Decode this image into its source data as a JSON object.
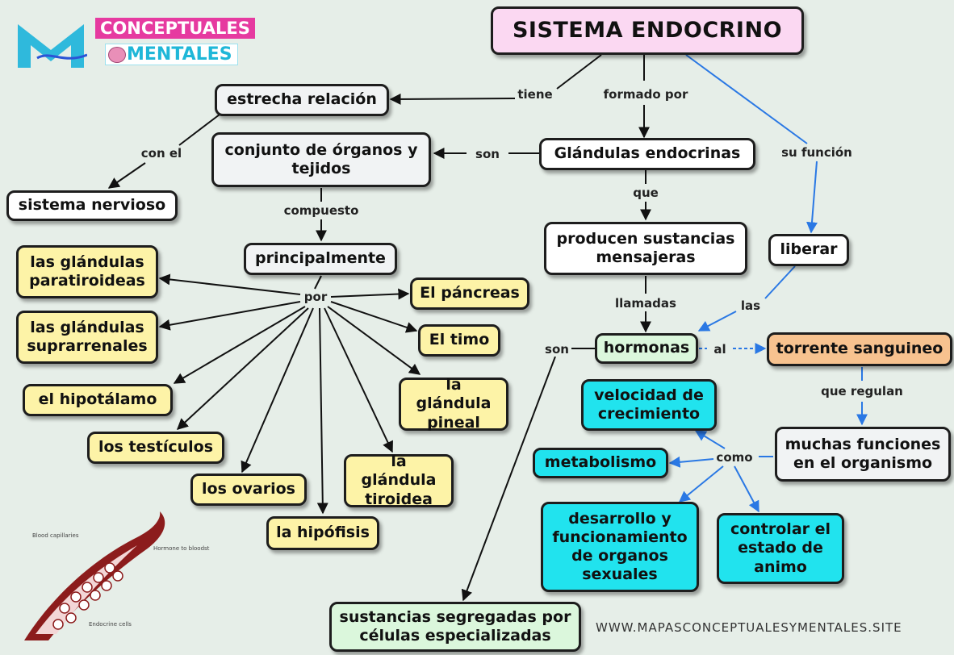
{
  "logo": {
    "line1": "CONCEPTUALES",
    "line2": "MENTALES"
  },
  "nodes": {
    "title": "SISTEMA ENDOCRINO",
    "estrecha": "estrecha relación",
    "nervioso": "sistema nervioso",
    "conjunto": "conjunto de órganos y tejidos",
    "glandulas": "Glándulas endocrinas",
    "principalmente": "principalmente",
    "producen": "producen sustancias mensajeras",
    "liberar": "liberar",
    "paratiroideas": "las glándulas paratiroideas",
    "suprarrenales": "las glándulas suprarrenales",
    "hipotalamo": "el hipotálamo",
    "testiculos": "los testículos",
    "ovarios": "los ovarios",
    "hipofisis": "la hipófisis",
    "tiroidea": "la glándula tiroidea",
    "pineal": "la glándula pineal",
    "timo": "El timo",
    "pancreas": "El páncreas",
    "hormonas": "hormonas",
    "torrente": "torrente sanguineo",
    "velocidad": "velocidad de crecimiento",
    "metabolismo": "metabolismo",
    "desarrollo": "desarrollo y funcionamiento de organos sexuales",
    "controlar": "controlar el estado de animo",
    "funciones": "muchas funciones en el organismo",
    "sustancias": "sustancias segregadas por células especializadas"
  },
  "links": {
    "tiene": "tiene",
    "formado_por": "formado por",
    "su_funcion": "su función",
    "con_el": "con el",
    "son_1": "son",
    "compuesto": "compuesto",
    "que": "que",
    "llamadas": "llamadas",
    "las": "las",
    "por": "por",
    "son_2": "son",
    "al": "al",
    "que_regulan": "que regulan",
    "como": "como"
  },
  "illustration": {
    "label_top": "Blood capillaries",
    "label_right": "Hormone to bloodstream",
    "label_bottom": "Endocrine cells"
  },
  "footer": "WWW.MAPASCONCEPTUALESYMENTALES.SITE",
  "colors": {
    "background": "#e6eee8",
    "black_arrow": "#111111",
    "blue_arrow": "#2a78e4",
    "yellow": "#fdf3a7",
    "cyan": "#21e3ee",
    "mint": "#dbf7dc",
    "peach": "#f7c28f",
    "pink": "#fbd8f2"
  }
}
